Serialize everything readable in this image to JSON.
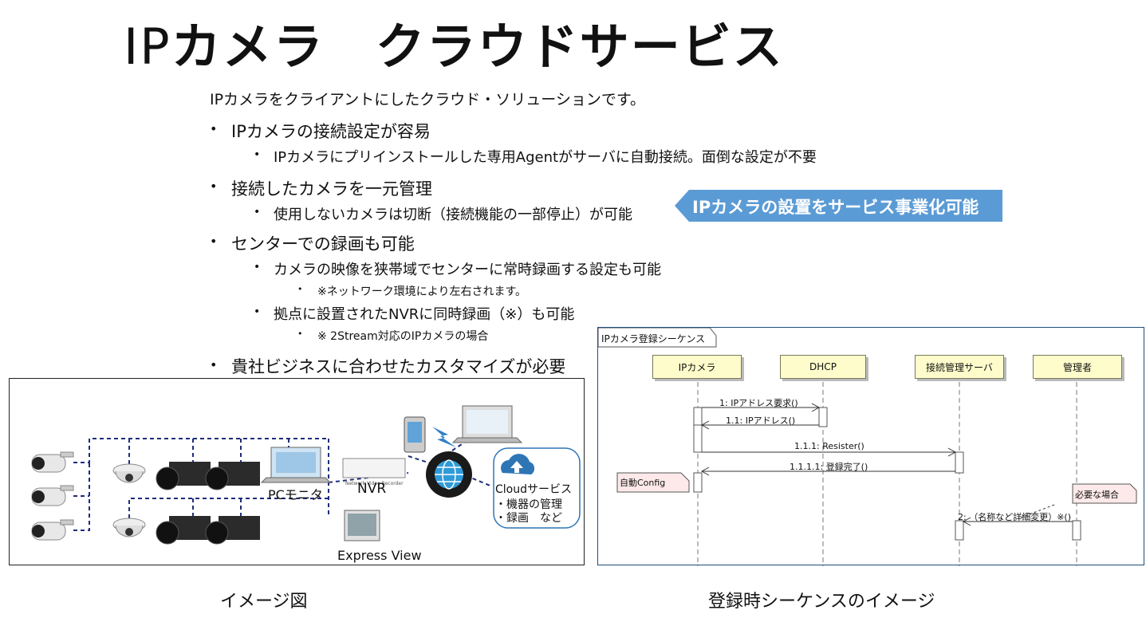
{
  "title": {
    "prefix": "IP",
    "main": "カメラ　クラウドサービス"
  },
  "lead": "IPカメラをクライアントにしたクラウド・ソリューションです。",
  "bullets": {
    "b1": "IPカメラの接続設定が容易",
    "b1_1": "IPカメラにプリインストールした専用Agentがサーバに自動接続。面倒な設定が不要",
    "b2": "接続したカメラを一元管理",
    "b2_1": "使用しないカメラは切断（接続機能の一部停止）が可能",
    "b3": "センターでの録画も可能",
    "b3_1": "カメラの映像を狭帯域でセンターに常時録画する設定も可能",
    "b3_1_1": "※ネットワーク環境により左右されます。",
    "b3_2": "拠点に設置されたNVRに同時録画（※）も可能",
    "b3_2_1": "※ 2Stream対応のIPカメラの場合",
    "b4": "貴社ビジネスに合わせたカスタマイズが必要"
  },
  "callout": "IPカメラの設置をサービス事業化可能",
  "image_diagram": {
    "pc_monitor": "PCモニタ",
    "nvr": "NVR",
    "nvr_device_text": "Network Video Recorder",
    "express_view": "Express View",
    "cloud_service": "Cloudサービス",
    "cloud_item1": "・機器の管理",
    "cloud_item2": "・録画　など"
  },
  "sequence": {
    "frame_title": "IPカメラ登録シーケンス",
    "actors": [
      "IPカメラ",
      "DHCP",
      "接続管理サーバ",
      "管理者"
    ],
    "messages": [
      "1: IPアドレス要求()",
      "1.1: IPアドレス()",
      "1.1.1: Resister()",
      "1.1.1.1: 登録完了()",
      "2: （名称など詳細変更）※()"
    ],
    "note_auto": "自動Config",
    "note_required": "必要な場合"
  },
  "captions": {
    "left": "イメージ図",
    "right": "登録時シーケンスのイメージ"
  },
  "colors": {
    "callout": "#5b9bd5",
    "dashed_line": "#1f2d7a",
    "cloud_border": "#2e75b6",
    "note_fill": "#fde9e9"
  }
}
